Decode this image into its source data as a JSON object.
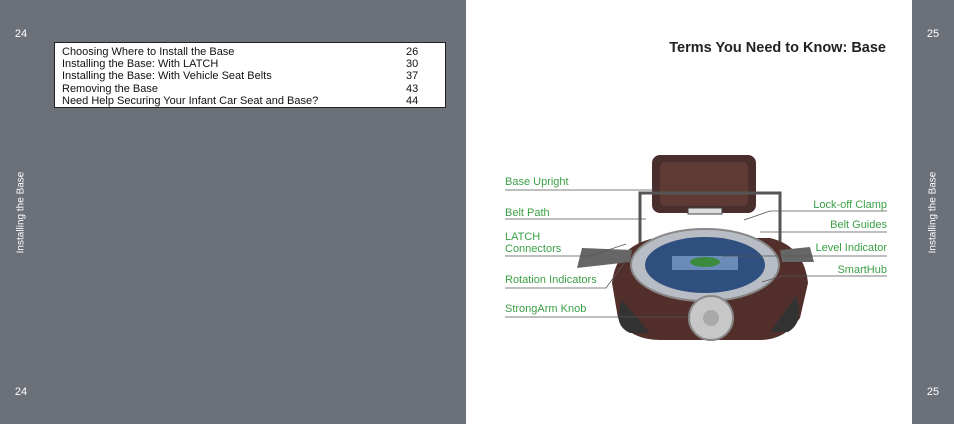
{
  "left_page": {
    "page_number_top": "24",
    "page_number_bottom": "24",
    "side_label": "Installing the Base",
    "toc": [
      {
        "title": "Choosing Where to Install the Base",
        "page": "26"
      },
      {
        "title": "Installing the Base:  With LATCH",
        "page": "30"
      },
      {
        "title": "Installing the Base:  With Vehicle Seat Belts",
        "page": "37"
      },
      {
        "title": "Removing the Base",
        "page": "43"
      },
      {
        "title": "Need Help Securing Your Infant Car Seat and Base?",
        "page": "44"
      }
    ]
  },
  "right_page": {
    "page_number_top": "25",
    "page_number_bottom": "25",
    "side_label": "Installing the Base",
    "title": "Terms You Need to Know:  Base",
    "labels_left": [
      "Base Upright",
      "Belt Path",
      "LATCH",
      "Connectors",
      "Rotation Indicators",
      "StrongArm Knob"
    ],
    "labels_right": [
      "Lock-off Clamp",
      "Belt Guides",
      "Level Indicator",
      "SmartHub"
    ]
  },
  "colors": {
    "sidebar": "#6b7079",
    "label_green": "#3a9f45",
    "base_brown": "#5a3530"
  }
}
